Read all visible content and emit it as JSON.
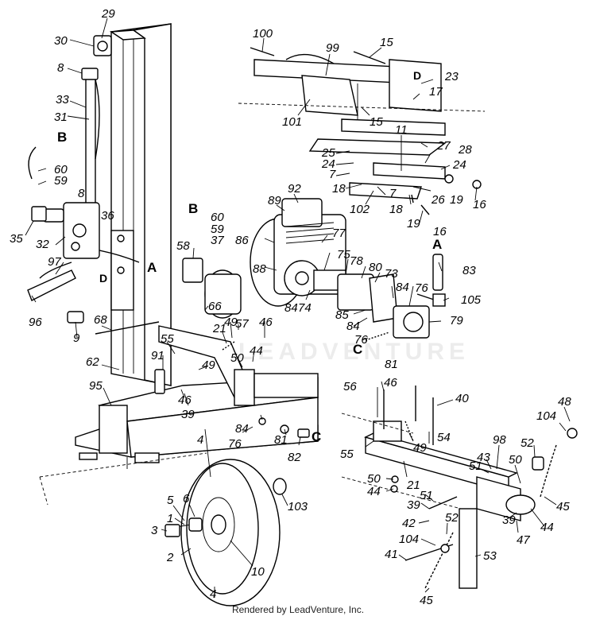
{
  "footer": "Rendered by LeadVenture, Inc.",
  "watermark": "LEADVENTURE",
  "callouts": [
    {
      "id": "c29",
      "text": "29"
    },
    {
      "id": "c30",
      "text": "30"
    },
    {
      "id": "c8a",
      "text": "8"
    },
    {
      "id": "c33",
      "text": "33"
    },
    {
      "id": "c31",
      "text": "31"
    },
    {
      "id": "cBa",
      "text": "B"
    },
    {
      "id": "c60a",
      "text": "60"
    },
    {
      "id": "c59a",
      "text": "59"
    },
    {
      "id": "c8b",
      "text": "8"
    },
    {
      "id": "c36",
      "text": "36"
    },
    {
      "id": "c35",
      "text": "35"
    },
    {
      "id": "c32",
      "text": "32"
    },
    {
      "id": "c97",
      "text": "97"
    },
    {
      "id": "cAa",
      "text": "A"
    },
    {
      "id": "c96",
      "text": "96"
    },
    {
      "id": "c9",
      "text": "9"
    },
    {
      "id": "c68",
      "text": "68"
    },
    {
      "id": "c62",
      "text": "62"
    },
    {
      "id": "c95",
      "text": "95"
    },
    {
      "id": "c100",
      "text": "100"
    },
    {
      "id": "c15a",
      "text": "15"
    },
    {
      "id": "c99",
      "text": "99"
    },
    {
      "id": "c23",
      "text": "23"
    },
    {
      "id": "c17",
      "text": "17"
    },
    {
      "id": "c101",
      "text": "101"
    },
    {
      "id": "c15b",
      "text": "15"
    },
    {
      "id": "c11",
      "text": "11"
    },
    {
      "id": "c27",
      "text": "27"
    },
    {
      "id": "c25",
      "text": "25"
    },
    {
      "id": "c28",
      "text": "28"
    },
    {
      "id": "c24a",
      "text": "24"
    },
    {
      "id": "c24b",
      "text": "24"
    },
    {
      "id": "c7a",
      "text": "7"
    },
    {
      "id": "c18a",
      "text": "18"
    },
    {
      "id": "c7b",
      "text": "7"
    },
    {
      "id": "c26",
      "text": "26"
    },
    {
      "id": "c19a",
      "text": "19"
    },
    {
      "id": "c16a",
      "text": "16"
    },
    {
      "id": "c102",
      "text": "102"
    },
    {
      "id": "c18b",
      "text": "18"
    },
    {
      "id": "c19b",
      "text": "19"
    },
    {
      "id": "c16b",
      "text": "16"
    },
    {
      "id": "c92",
      "text": "92"
    },
    {
      "id": "c89",
      "text": "89"
    },
    {
      "id": "cBb",
      "text": "B"
    },
    {
      "id": "c60b",
      "text": "60"
    },
    {
      "id": "c59b",
      "text": "59"
    },
    {
      "id": "c37",
      "text": "37"
    },
    {
      "id": "c86",
      "text": "86"
    },
    {
      "id": "c77",
      "text": "77"
    },
    {
      "id": "c58",
      "text": "58"
    },
    {
      "id": "c88",
      "text": "88"
    },
    {
      "id": "c75",
      "text": "75"
    },
    {
      "id": "c78",
      "text": "78"
    },
    {
      "id": "c80",
      "text": "80"
    },
    {
      "id": "c73",
      "text": "73"
    },
    {
      "id": "cAb",
      "text": "A"
    },
    {
      "id": "c83",
      "text": "83"
    },
    {
      "id": "c84a",
      "text": "84"
    },
    {
      "id": "c76a",
      "text": "76"
    },
    {
      "id": "c105",
      "text": "105"
    },
    {
      "id": "c66",
      "text": "66"
    },
    {
      "id": "c84b",
      "text": "84"
    },
    {
      "id": "c74",
      "text": "74"
    },
    {
      "id": "c85",
      "text": "85"
    },
    {
      "id": "c84c",
      "text": "84"
    },
    {
      "id": "c79",
      "text": "79"
    },
    {
      "id": "c57",
      "text": "57"
    },
    {
      "id": "c46a",
      "text": "46"
    },
    {
      "id": "c21a",
      "text": "21"
    },
    {
      "id": "c49a",
      "text": "49"
    },
    {
      "id": "c76b",
      "text": "76"
    },
    {
      "id": "cCa",
      "text": "C"
    },
    {
      "id": "c81a",
      "text": "81"
    },
    {
      "id": "c55a",
      "text": "55"
    },
    {
      "id": "c44a",
      "text": "44"
    },
    {
      "id": "c91",
      "text": "91"
    },
    {
      "id": "c50a",
      "text": "50"
    },
    {
      "id": "c49b",
      "text": "49"
    },
    {
      "id": "c46b",
      "text": "46"
    },
    {
      "id": "c39a",
      "text": "39"
    },
    {
      "id": "c46c",
      "text": "46"
    },
    {
      "id": "c40",
      "text": "40"
    },
    {
      "id": "c56",
      "text": "56"
    },
    {
      "id": "c84d",
      "text": "84"
    },
    {
      "id": "c76c",
      "text": "76"
    },
    {
      "id": "c81b",
      "text": "81"
    },
    {
      "id": "cCb",
      "text": "C"
    },
    {
      "id": "c82",
      "text": "82"
    },
    {
      "id": "c4a",
      "text": "4"
    },
    {
      "id": "c49c",
      "text": "49"
    },
    {
      "id": "c54",
      "text": "54"
    },
    {
      "id": "c55b",
      "text": "55"
    },
    {
      "id": "c48",
      "text": "48"
    },
    {
      "id": "c104a",
      "text": "104"
    },
    {
      "id": "c98",
      "text": "98"
    },
    {
      "id": "c52a",
      "text": "52"
    },
    {
      "id": "c43",
      "text": "43"
    },
    {
      "id": "c51a",
      "text": "51"
    },
    {
      "id": "c50b",
      "text": "50"
    },
    {
      "id": "c21b",
      "text": "21"
    },
    {
      "id": "c50c",
      "text": "50"
    },
    {
      "id": "c44b",
      "text": "44"
    },
    {
      "id": "c5",
      "text": "5"
    },
    {
      "id": "c6",
      "text": "6"
    },
    {
      "id": "c103",
      "text": "103"
    },
    {
      "id": "c51b",
      "text": "51"
    },
    {
      "id": "c39b",
      "text": "39"
    },
    {
      "id": "c45a",
      "text": "45"
    },
    {
      "id": "c44c",
      "text": "44"
    },
    {
      "id": "c1",
      "text": "1"
    },
    {
      "id": "c3",
      "text": "3"
    },
    {
      "id": "c42",
      "text": "42"
    },
    {
      "id": "c52b",
      "text": "52"
    },
    {
      "id": "c39c",
      "text": "39"
    },
    {
      "id": "c47",
      "text": "47"
    },
    {
      "id": "c2",
      "text": "2"
    },
    {
      "id": "c10",
      "text": "10"
    },
    {
      "id": "c104b",
      "text": "104"
    },
    {
      "id": "c41",
      "text": "41"
    },
    {
      "id": "c53",
      "text": "53"
    },
    {
      "id": "c4b",
      "text": "4"
    },
    {
      "id": "c45b",
      "text": "45"
    }
  ]
}
